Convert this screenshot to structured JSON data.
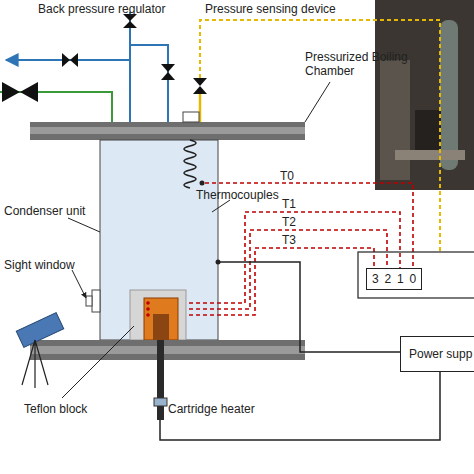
{
  "diagram": {
    "nodes": [
      {
        "text": [
          "3",
          "2",
          "1",
          "0"
        ]
      },
      {
        "text": [
          "Power supp"
        ]
      }
    ],
    "labels": [
      "Back pressure regulator",
      "Pressure sensing device",
      "Pressurized Boiling Chamber",
      "Condenser unit",
      "Thermocouples",
      "T0",
      "T1",
      "T2",
      "T3",
      "Sight window",
      "Teflon block",
      "Cartridge heater"
    ]
  }
}
